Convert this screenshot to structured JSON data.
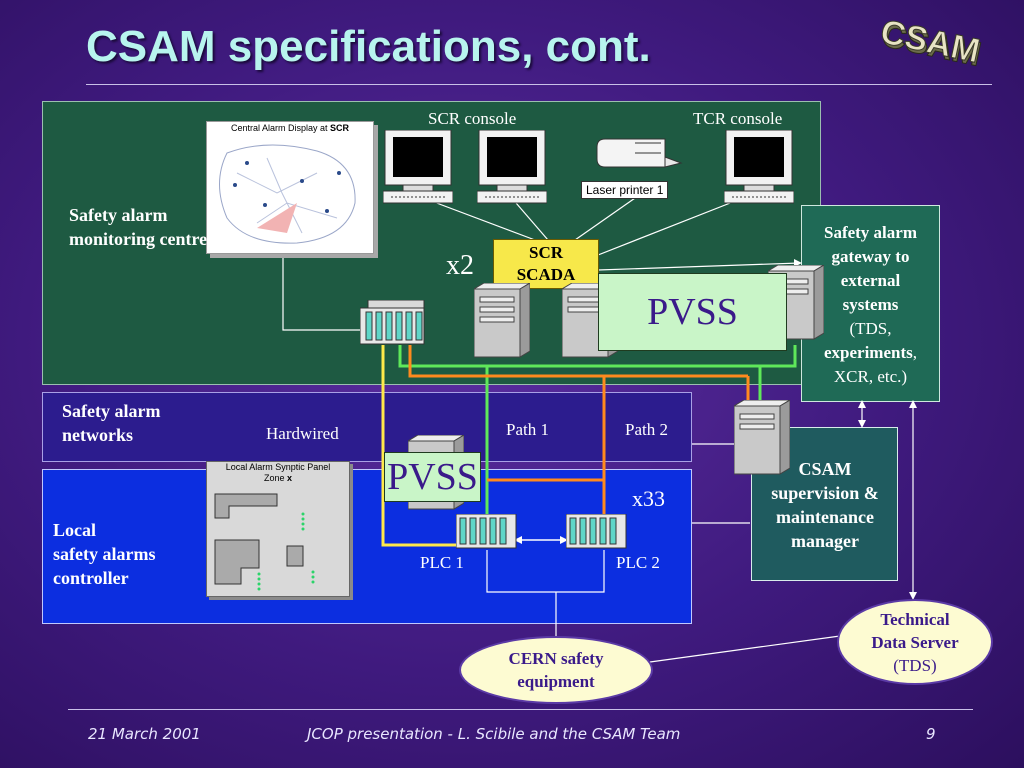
{
  "title": "CSAM specifications, cont.",
  "logo_text": "CSAM",
  "monitoring": {
    "label": "Safety alarm monitoring centre",
    "scr_console": "SCR console",
    "tcr_console": "TCR console",
    "printer": "Laser printer 1",
    "scada": "SCR SCADA",
    "multiplier": "x2",
    "pvss": "PVSS",
    "map_title_prefix": "Central Alarm Display at ",
    "map_title_bold": "SCR"
  },
  "gateway": {
    "l1": "Safety alarm",
    "l2": "gateway to",
    "l3": "external",
    "l4": "systems",
    "l5": "(TDS,",
    "l6a": "experiments",
    "l6b": ",",
    "l7": "XCR, etc.)"
  },
  "networks": {
    "label": "Safety alarm networks",
    "hardwired": "Hardwired",
    "path1": "Path 1",
    "path2": "Path 2"
  },
  "local": {
    "label_l1": "Local",
    "label_l2": "safety alarms",
    "label_l3": "controller",
    "panel_title": "Local Alarm Synptic Panel",
    "panel_zone": "Zone ",
    "panel_zone_x": "x",
    "pvss": "PVSS",
    "multiplier": "x33",
    "plc1": "PLC 1",
    "plc2": "PLC 2"
  },
  "supervision": {
    "l1": "CSAM",
    "l2": "supervision &",
    "l3": "maintenance",
    "l4": "manager"
  },
  "tds": {
    "l1": "Technical",
    "l2": "Data Server",
    "l3": "(TDS)"
  },
  "cern": {
    "l1": "CERN safety",
    "l2": "equipment"
  },
  "footer": {
    "date": "21 March 2001",
    "presenter": "JCOP presentation - L. Scibile and the CSAM Team",
    "page": "9"
  },
  "colors": {
    "title": "#b8f4ee",
    "monitoring_panel": "#1e5a42",
    "networks_panel": "#2c1c8e",
    "local_panel": "#0c2ee0",
    "gateway_panel": "#1f6a56",
    "supervision_panel": "#1f5b5f",
    "pvss_box": "#c9f5c8",
    "scada_box": "#f7e84a",
    "line_yellow": "#ffe94a",
    "line_green": "#5fe85a",
    "line_orange": "#ff8a1e",
    "line_white": "#ffffff"
  }
}
